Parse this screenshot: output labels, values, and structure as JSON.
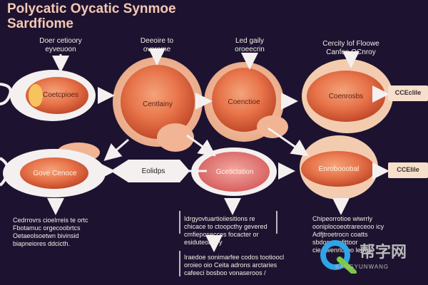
{
  "title": {
    "line1": "Polycatic Oycatic Synmoe",
    "line2": "Sardfiome"
  },
  "captions": {
    "c1": {
      "l1": "Doer cetioory",
      "l2": "eyveuoon"
    },
    "c2": {
      "l1": "Deeoire to",
      "l2": "ovsrome"
    },
    "c3": {
      "l1": "Led gaily",
      "l2": "oroeecrin"
    },
    "c4": {
      "l1": "Cercity lof Floowe",
      "l2": "Canfon OCnroy"
    }
  },
  "nodes": {
    "top_a": "Coetcpioes",
    "top_b": "Centlainy",
    "top_c": "Coenctioe",
    "top_d": "Coenrosbs",
    "mid_a": "Gove Cenoce",
    "mid_b": "Eolidps",
    "mid_c": "Gcetictation",
    "mid_d": "Enrobooobal"
  },
  "side_tags": {
    "top": "CCEclile",
    "mid": "CCElile"
  },
  "notes": {
    "left": [
      "Cedrrovrs cioelrreis te ortc",
      "Fbotamuc orgecoobrtcs",
      "Oetaeolsoetwn bivinsid",
      "biapneiores ddcicth."
    ],
    "center": [
      "Idrgyovtuartioiiesitions re",
      "chicace to ctoopcthy gevered",
      "cmfieposecces focacter or",
      "esiduteoaplry"
    ],
    "right": [
      "Chipeorrotioe wiwrrly",
      "ooniplocoeotrareceoo icy",
      "Adfjtroetrocn coatts",
      "sbdoss pofittoor",
      "cie cwenrloroo lerrae"
    ],
    "bottom": [
      "Iraedoe sonimarfee codos tootioocl",
      "oroieo oio Ceita adrons arctaries",
      "cafeeci bosboo vonaseroos /"
    ]
  },
  "watermark": {
    "logo": "帮字网",
    "sub": "BANGYUNWANG"
  }
}
